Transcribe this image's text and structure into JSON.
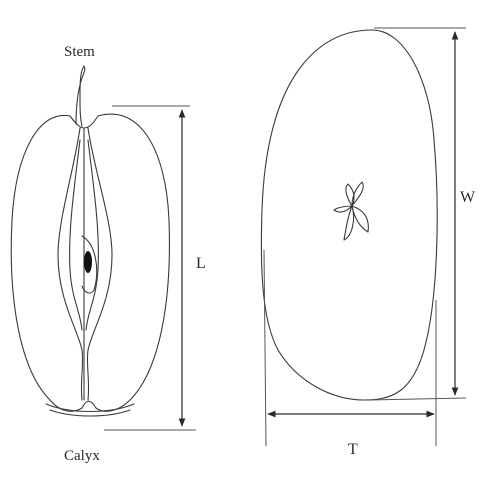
{
  "labels": {
    "stem": "Stem",
    "calyx": "Calyx",
    "length": "L",
    "width": "W",
    "thickness": "T"
  },
  "colors": {
    "line": "#3a3a3a",
    "background": "#ffffff"
  }
}
